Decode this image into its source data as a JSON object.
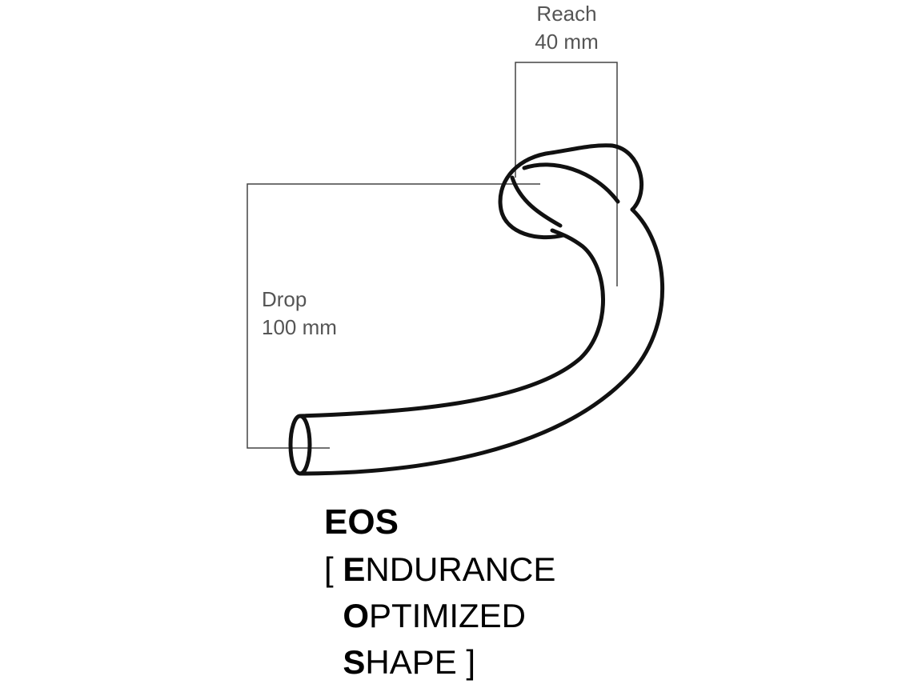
{
  "reach": {
    "label": "Reach",
    "value": "40 mm"
  },
  "drop": {
    "label": "Drop",
    "value": "100 mm"
  },
  "title": "EOS",
  "expansion": [
    {
      "prefix": "[ ",
      "initial": "E",
      "rest": "NDURANCE"
    },
    {
      "prefix": "  ",
      "initial": "O",
      "rest": "PTIMIZED"
    },
    {
      "prefix": "  ",
      "initial": "S",
      "rest": "HAPE ]"
    }
  ]
}
